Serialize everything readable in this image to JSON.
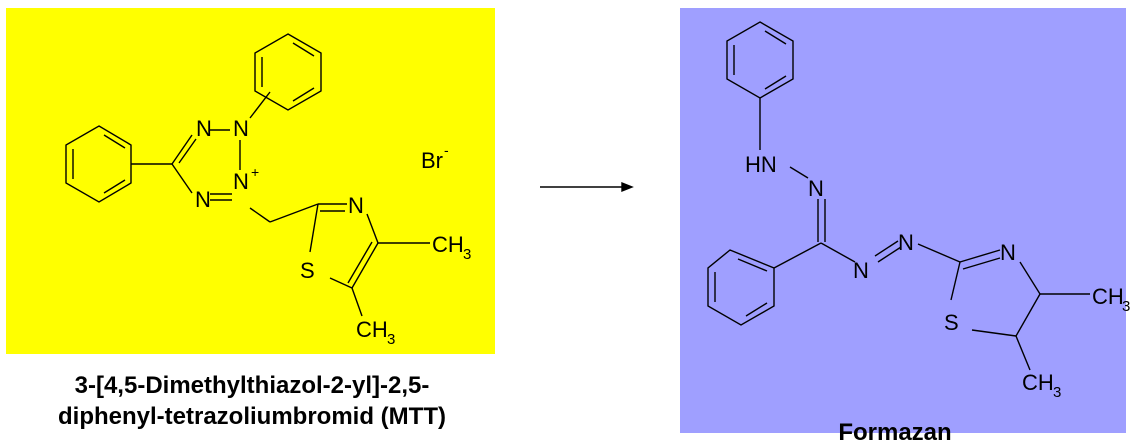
{
  "colors": {
    "left_panel": "#ffff00",
    "right_panel": "#9f9fff",
    "bond": "#000000"
  },
  "mtt": {
    "atoms": {
      "n1": "N",
      "n2": "N",
      "n3": "N",
      "n4": "N",
      "n_charge": "+",
      "br": "Br",
      "br_charge": "-",
      "thiazole_n": "N",
      "thiazole_s": "S",
      "ch3_top_c": "CH",
      "ch3_top_sub": "3",
      "ch3_bot_c": "CH",
      "ch3_bot_sub": "3"
    },
    "caption_line1": "3-[4,5-Dimethylthiazol-2-yl]-2,5-",
    "caption_line2": "diphenyl-tetrazoliumbromid (MTT)"
  },
  "formazan": {
    "atoms": {
      "hn": "HN",
      "n_upper": "N",
      "azo_n1": "N",
      "azo_n2": "N",
      "thiazole_n": "N",
      "thiazole_s": "S",
      "ch3_top_c": "CH",
      "ch3_top_sub": "3",
      "ch3_bot_c": "CH",
      "ch3_bot_sub": "3"
    },
    "caption": "Formazan"
  },
  "reaction_arrow": "arrow-right-icon"
}
